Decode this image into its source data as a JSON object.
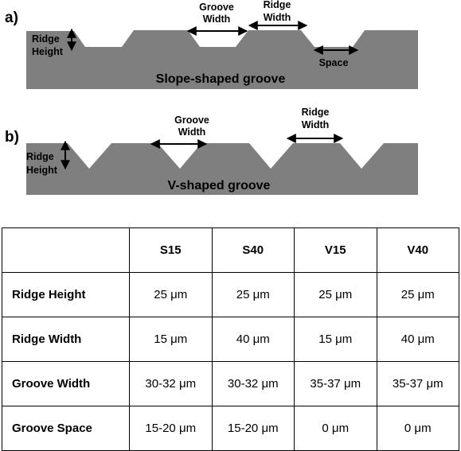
{
  "figure": {
    "panel_a": {
      "label": "a)",
      "caption": "Slope-shaped groove",
      "annotations": {
        "ridge_height": [
          "Ridge",
          "Height"
        ],
        "groove_width": [
          "Groove",
          "Width"
        ],
        "ridge_width": [
          "Ridge",
          "Width"
        ],
        "space": "Space"
      }
    },
    "panel_b": {
      "label": "b)",
      "caption": "V-shaped groove",
      "annotations": {
        "ridge_height": [
          "Ridge",
          "Height"
        ],
        "groove_width": [
          "Groove",
          "Width"
        ],
        "ridge_width": [
          "Ridge",
          "Width"
        ]
      }
    },
    "colors": {
      "profile_fill": "#7f7f7f",
      "arrow": "#000000"
    }
  },
  "table": {
    "columns": [
      "",
      "S15",
      "S40",
      "V15",
      "V40"
    ],
    "rows": [
      {
        "label": "Ridge Height",
        "values": [
          "25 μm",
          "25 μm",
          "25 μm",
          "25 μm"
        ]
      },
      {
        "label": "Ridge Width",
        "values": [
          "15 μm",
          "40 μm",
          "15 μm",
          "40 μm"
        ]
      },
      {
        "label": "Groove Width",
        "values": [
          "30-32 μm",
          "30-32 μm",
          "35-37 μm",
          "35-37 μm"
        ]
      },
      {
        "label": "Groove Space",
        "values": [
          "15-20 μm",
          "15-20 μm",
          "0 μm",
          "0 μm"
        ]
      }
    ]
  }
}
